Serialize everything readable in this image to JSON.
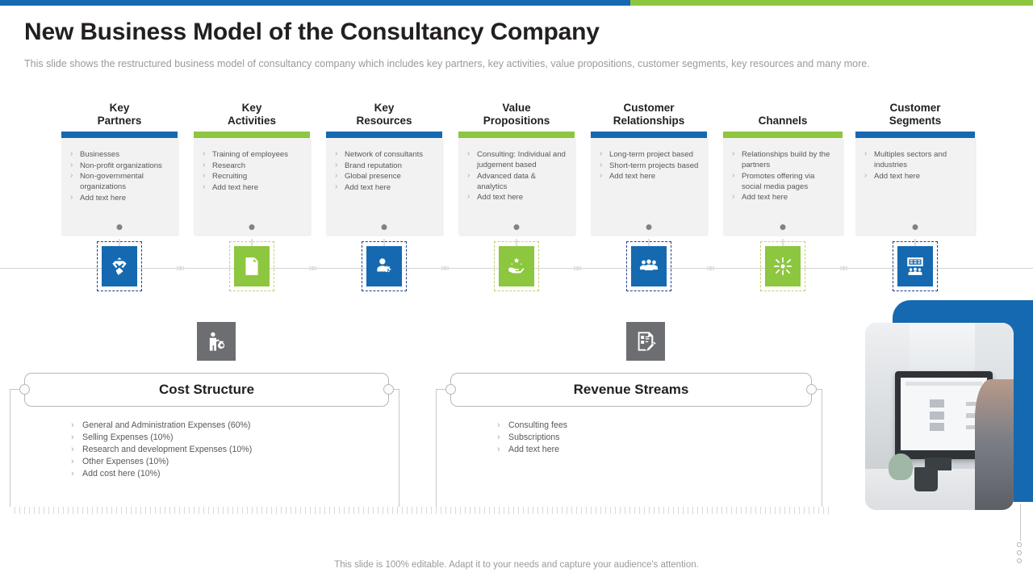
{
  "accent": {
    "blue": "#1569b0",
    "green": "#8dc63f",
    "gray": "#6d6e71"
  },
  "header": {
    "title": "New Business Model of the Consultancy Company",
    "subtitle": "This slide shows the restructured business model of consultancy company which includes key partners, key activities, value propositions, customer segments, key resources and many more."
  },
  "columns": [
    {
      "title_line1": "Key",
      "title_line2": "Partners",
      "color": "blue",
      "icon": "handshake-icon",
      "items": [
        "Businesses",
        "Non-profit organizations",
        "Non-governmental organizations",
        "Add text here"
      ]
    },
    {
      "title_line1": "Key",
      "title_line2": "Activities",
      "color": "green",
      "icon": "document-checklist-icon",
      "items": [
        "Training of employees",
        "Research",
        "Recruiting",
        "Add text here"
      ]
    },
    {
      "title_line1": "Key",
      "title_line2": "Resources",
      "color": "blue",
      "icon": "person-gear-icon",
      "items": [
        "Network of consultants",
        "Brand reputation",
        "Global presence",
        "Add text here"
      ]
    },
    {
      "title_line1": "Value",
      "title_line2": "Propositions",
      "color": "green",
      "icon": "hand-value-icon",
      "items": [
        "Consulting: Individual and judgement based",
        "Advanced data & analytics",
        "Add text here"
      ]
    },
    {
      "title_line1": "Customer",
      "title_line2": "Relationships",
      "color": "blue",
      "icon": "people-group-icon",
      "items": [
        "Long-term project based",
        "Short-term projects based",
        "Add text here"
      ]
    },
    {
      "title_line1": "",
      "title_line2": "Channels",
      "color": "green",
      "icon": "network-hub-icon",
      "items": [
        "Relationships build by the partners",
        "Promotes offering via social media pages",
        "Add text here"
      ]
    },
    {
      "title_line1": "Customer",
      "title_line2": "Segments",
      "color": "blue",
      "icon": "presentation-audience-icon",
      "items": [
        "Multiples sectors and industries",
        "Add text here"
      ]
    }
  ],
  "bottom_panels": [
    {
      "title": "Cost Structure",
      "icon": "person-money-bag-icon",
      "items": [
        "General and Administration Expenses (60%)",
        "Selling Expenses (10%)",
        "Research and development Expenses (10%)",
        "Other Expenses (10%)",
        "Add cost here (10%)"
      ]
    },
    {
      "title": "Revenue Streams",
      "icon": "invoice-pen-icon",
      "items": [
        "Consulting fees",
        "Subscriptions",
        "Add text here"
      ]
    }
  ],
  "photo": {
    "alt": "office-desk-imac-photo"
  },
  "footer": {
    "note": "This slide is 100% editable. Adapt it to your needs and capture your audience's attention."
  }
}
